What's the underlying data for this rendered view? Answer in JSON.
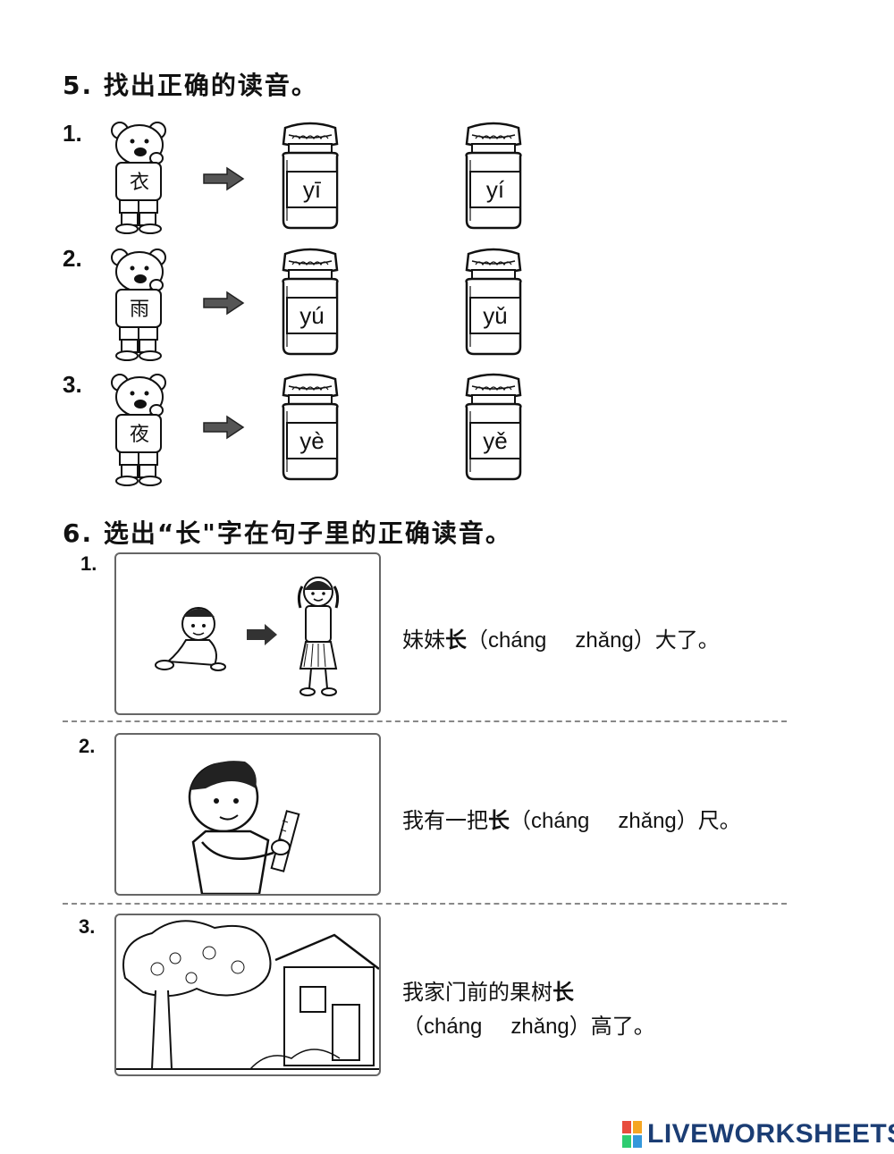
{
  "section5": {
    "title": "5. 找出正确的读音。",
    "questions": [
      {
        "number": "1.",
        "character": "衣",
        "options": [
          "yī",
          "yí"
        ]
      },
      {
        "number": "2.",
        "character": "雨",
        "options": [
          "yú",
          "yǔ"
        ]
      },
      {
        "number": "3.",
        "character": "夜",
        "options": [
          "yè",
          "yě"
        ]
      }
    ]
  },
  "section6": {
    "title": "6. 选出“长\"字在句子里的正确读音。",
    "questions": [
      {
        "number": "1.",
        "before": "妹妹",
        "key": "长",
        "open": "（",
        "opt1": "cháng",
        "opt2": "zhǎng",
        "close": "）",
        "after": "大了。"
      },
      {
        "number": "2.",
        "before": "我有一把",
        "key": "长",
        "open": "（",
        "opt1": "cháng",
        "opt2": "zhǎng",
        "close": "）",
        "after": "尺。"
      },
      {
        "number": "3.",
        "before": "我家门前的果树",
        "key": "长",
        "open": "（",
        "opt1": "cháng",
        "opt2": "zhǎng",
        "close": "）",
        "after": "高了。"
      }
    ]
  },
  "footer": {
    "brand": "LIVEWORKSHEETS"
  }
}
